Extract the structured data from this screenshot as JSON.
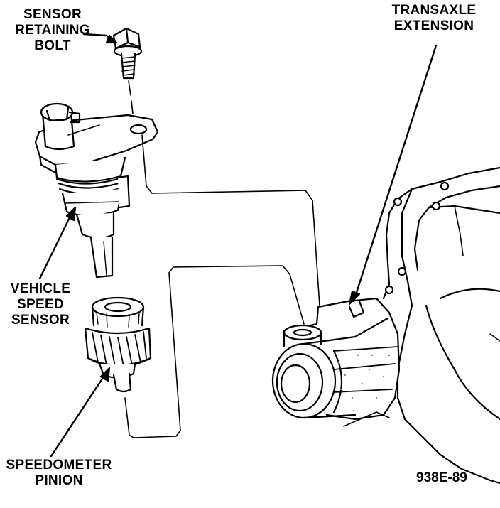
{
  "labels": {
    "sensor_bolt": [
      "SENSOR",
      "RETAINING",
      "BOLT"
    ],
    "transaxle_extension": [
      "TRANSAXLE",
      "EXTENSION"
    ],
    "vehicle_speed_sensor": [
      "VEHICLE",
      "SPEED",
      "SENSOR"
    ],
    "speedometer_pinion": [
      "SPEEDOMETER",
      "PINION"
    ]
  },
  "figure_id": "938E-89",
  "colors": {
    "ink": "#000000",
    "paper": "#ffffff",
    "shade": "#8a8a8a"
  }
}
